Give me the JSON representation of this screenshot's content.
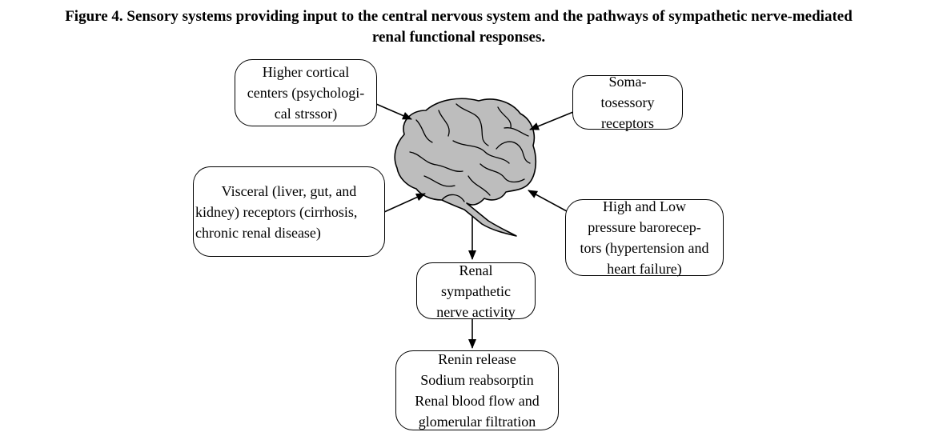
{
  "caption": {
    "line1": "Figure 4. Sensory systems providing input to the central nervous system and the pathways of sympathetic nerve-mediated",
    "line2": "renal functional responses."
  },
  "nodes": {
    "higher_cortical": [
      "Higher cortical",
      "centers (psychologi-",
      "cal strssor)"
    ],
    "somatosensory": [
      "Soma-",
      "tosessory",
      "receptors"
    ],
    "visceral": [
      "Visceral (liver, gut, and",
      "kidney) receptors (cirrhosis,",
      "chronic renal disease)"
    ],
    "baroreceptors": [
      "High and Low",
      "pressure barorecep-",
      "tors (hypertension and",
      "heart failure)"
    ],
    "renal_sna": [
      "Renal",
      "sympathetic",
      "nerve activity"
    ],
    "renal_responses": [
      "Renin release",
      "Sodium reabsorptin",
      "Renal blood flow and",
      "glomerular filtration"
    ]
  },
  "colors": {
    "brain_fill": "#bdbdbd",
    "stroke": "#000000"
  },
  "icons": {
    "center": "brain-icon"
  }
}
